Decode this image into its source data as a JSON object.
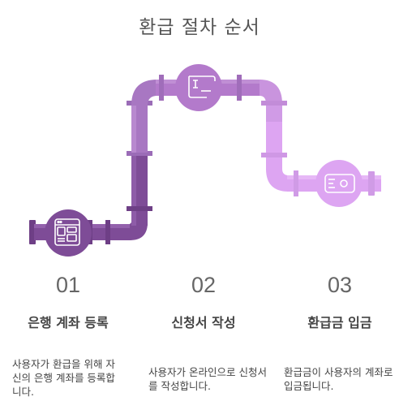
{
  "title": "환급 절차 순서",
  "colors": {
    "step1": "#7E4C97",
    "step2": "#B37ACB",
    "step3": "#DDA5F2"
  },
  "steps": [
    {
      "number": "01",
      "title": "은행 계좌 등록",
      "desc": "사용자가 환급을 위해 자신의 은행 계좌를 등록합니다.",
      "icon": "bank-form-icon"
    },
    {
      "number": "02",
      "title": "신청서 작성",
      "desc": "사용자가 온라인으로 신청서를 작성합니다.",
      "icon": "application-icon"
    },
    {
      "number": "03",
      "title": "환급금 입금",
      "desc": "환급금이 사용자의 계좌로 입금됩니다.",
      "icon": "money-icon"
    }
  ]
}
